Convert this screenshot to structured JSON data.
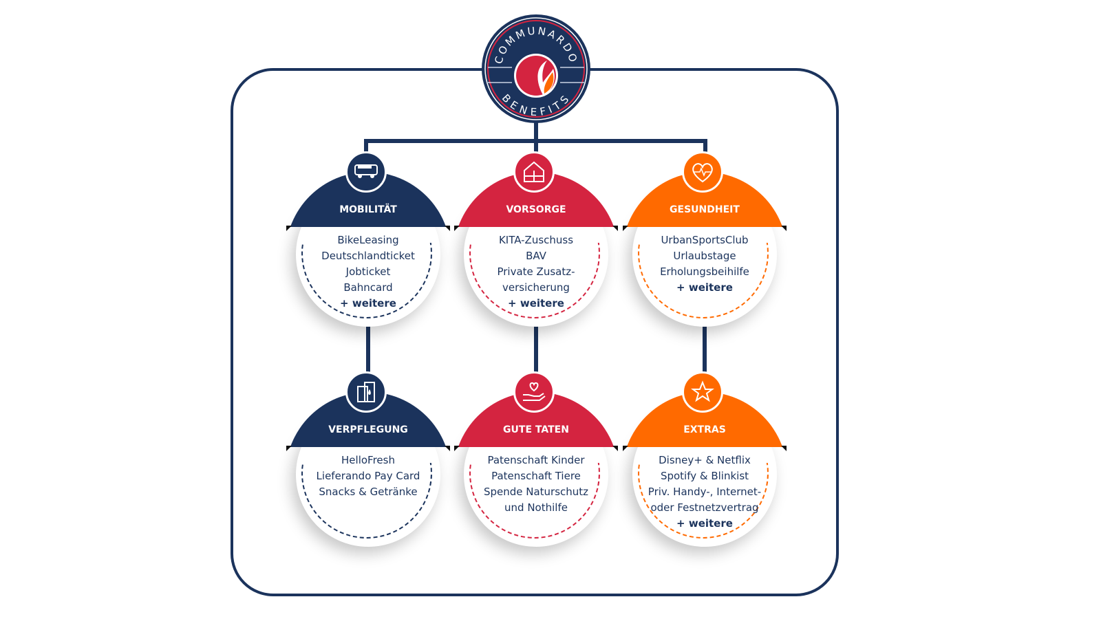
{
  "logo": {
    "top_text": "COMMUNARDO",
    "bottom_text": "BENEFITS"
  },
  "colors": {
    "navy": "#1b335c",
    "red": "#d42440",
    "orange": "#ff6a00"
  },
  "categories": [
    {
      "title": "MOBILITÄT",
      "icon": "bus-icon",
      "items": [
        "BikeLeasing",
        "Deutschlandticket",
        "Jobticket",
        "Bahncard"
      ],
      "more": "+ weitere"
    },
    {
      "title": "VORSORGE",
      "icon": "house-puzzle-icon",
      "items": [
        "KITA-Zuschuss",
        "BAV",
        "Private Zusatz-",
        "versicherung"
      ],
      "more": "+ weitere"
    },
    {
      "title": "GESUNDHEIT",
      "icon": "heart-pulse-icon",
      "items": [
        "UrbanSportsClub",
        "Urlaubstage",
        "Erholungsbeihilfe"
      ],
      "more": "+ weitere"
    },
    {
      "title": "VERPFLEGUNG",
      "icon": "food-package-icon",
      "items": [
        "HelloFresh",
        "Lieferando Pay Card",
        "Snacks & Getränke"
      ]
    },
    {
      "title": "GUTE TATEN",
      "icon": "hand-heart-icon",
      "items": [
        "Patenschaft Kinder",
        "Patenschaft Tiere",
        "Spende Naturschutz",
        "und Nothilfe"
      ]
    },
    {
      "title": "EXTRAS",
      "icon": "star-icon",
      "items": [
        "Disney+ & Netflix",
        "Spotify & Blinkist",
        "Priv. Handy-, Internet-",
        "oder Festnetzvertrag"
      ],
      "more": "+ weitere"
    }
  ]
}
